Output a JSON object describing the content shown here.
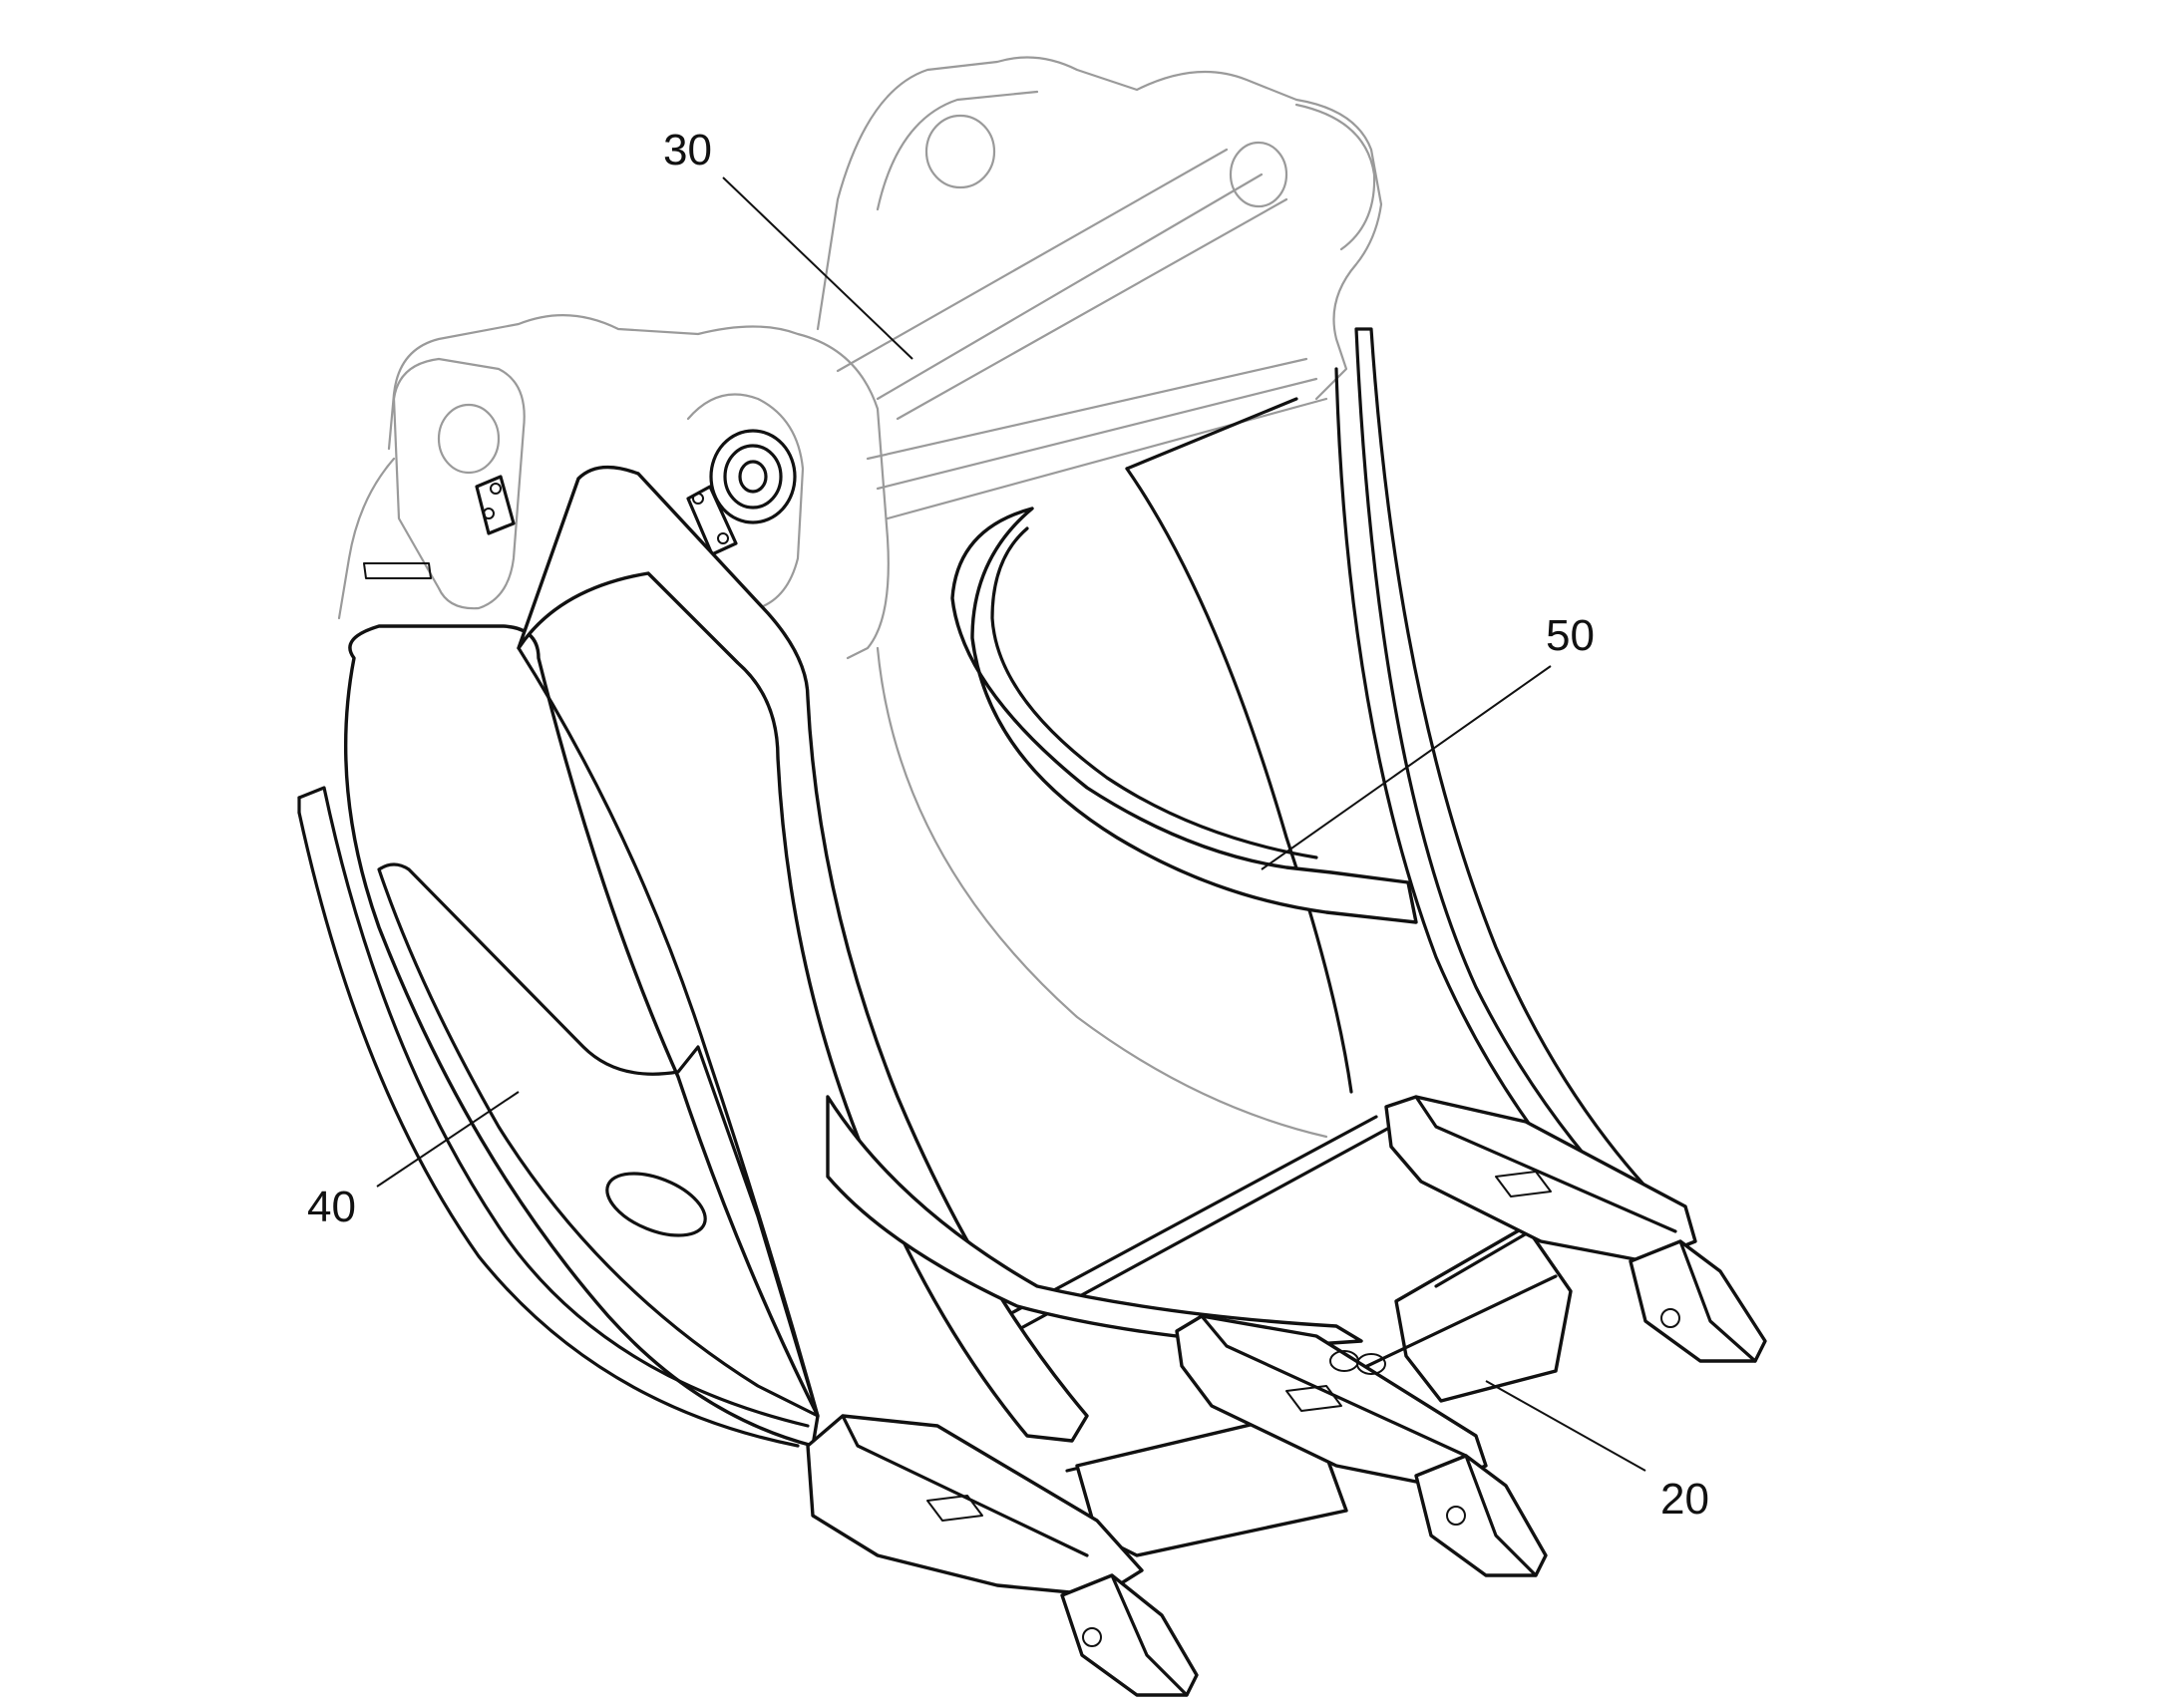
{
  "figure": {
    "labels": {
      "ref_30": "30",
      "ref_50": "50",
      "ref_40": "40",
      "ref_20": "20"
    }
  }
}
